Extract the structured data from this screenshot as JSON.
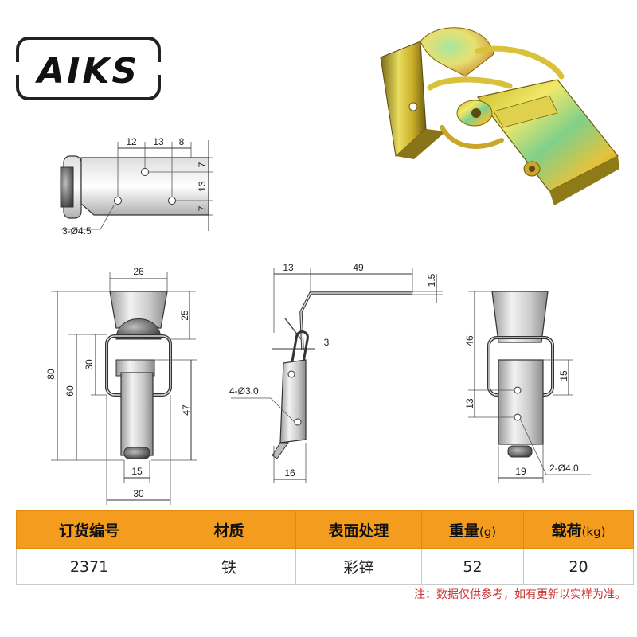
{
  "brand": {
    "logo_text": "AIKS"
  },
  "top_view": {
    "dims_top": [
      "12",
      "13",
      "8"
    ],
    "dims_right": [
      "7",
      "13",
      "7"
    ],
    "hole_label": "3-Ø4.5"
  },
  "front_view": {
    "width_top": "26",
    "height_25": "25",
    "height_80": "80",
    "height_60": "60",
    "height_30": "30",
    "height_47": "47",
    "width_15": "15",
    "width_30": "30"
  },
  "side_view": {
    "dim_13": "13",
    "dim_49": "49",
    "dim_1_5": "1.5",
    "dim_3": "3",
    "hole_label": "4-Ø3.0",
    "dim_16": "16"
  },
  "back_view": {
    "dim_46": "46",
    "dim_15": "15",
    "dim_13": "13",
    "dim_19": "19",
    "hole_label": "2-Ø4.0"
  },
  "spec_table": {
    "headers": {
      "order_no": "订货编号",
      "material": "材质",
      "surface": "表面处理",
      "weight": "重量",
      "weight_unit": "(g)",
      "load": "载荷",
      "load_unit": "(kg)"
    },
    "row": {
      "order_no": "2371",
      "material": "铁",
      "surface": "彩锌",
      "weight": "52",
      "load": "20"
    }
  },
  "note": "注：数据仅供参考，如有更新以实样为准。"
}
